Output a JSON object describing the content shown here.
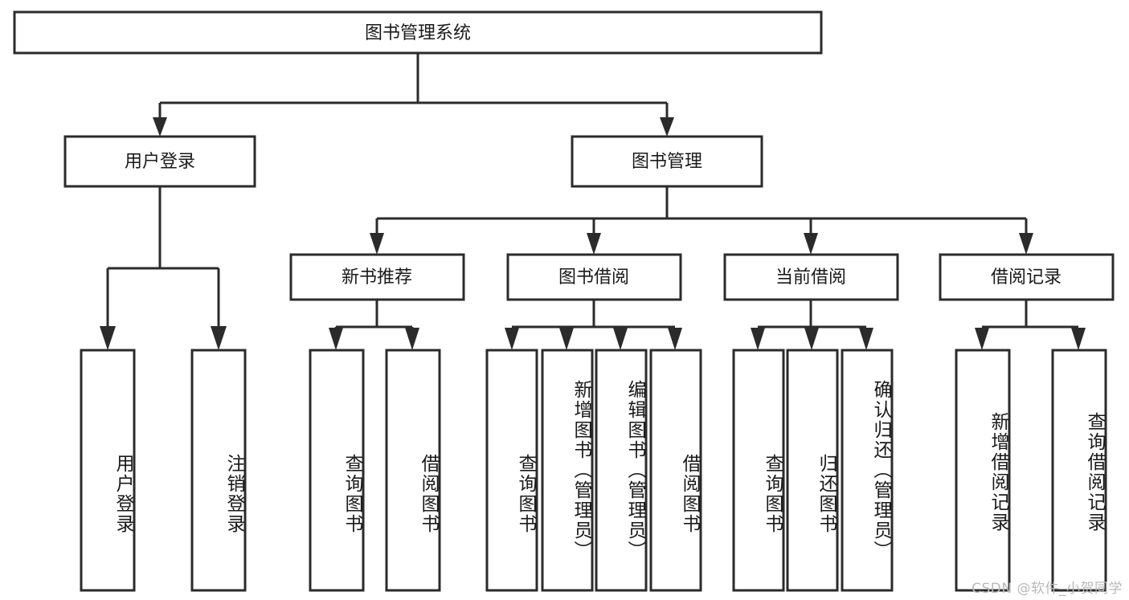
{
  "diagram": {
    "title": "图书管理系统",
    "type": "tree",
    "watermark": "CSDN @软件_小贺同学",
    "colors": {
      "stroke": "#2b2b2b",
      "fill": "#ffffff",
      "text": "#1a1a1a",
      "watermark": "#b9b9b9"
    },
    "root": {
      "label": "图书管理系统",
      "orientation": "horizontal"
    },
    "level2": [
      {
        "label": "用户登录",
        "orientation": "horizontal"
      },
      {
        "label": "图书管理",
        "orientation": "horizontal"
      }
    ],
    "level3": [
      {
        "label": "新书推荐",
        "orientation": "horizontal"
      },
      {
        "label": "图书借阅",
        "orientation": "horizontal"
      },
      {
        "label": "当前借阅",
        "orientation": "horizontal"
      },
      {
        "label": "借阅记录",
        "orientation": "horizontal"
      }
    ],
    "leaves": {
      "user_login": [
        {
          "label": "用户登录",
          "orientation": "vertical"
        },
        {
          "label": "注销登录",
          "orientation": "vertical"
        }
      ],
      "new_book_recommend": [
        {
          "label": "查询图书",
          "orientation": "vertical"
        },
        {
          "label": "借阅图书",
          "orientation": "vertical"
        }
      ],
      "book_borrow": [
        {
          "label": "查询图书",
          "orientation": "vertical"
        },
        {
          "label": "新增图书（管理员）",
          "orientation": "vertical"
        },
        {
          "label": "编辑图书（管理员）",
          "orientation": "vertical"
        },
        {
          "label": "借阅图书",
          "orientation": "vertical"
        }
      ],
      "current_borrow": [
        {
          "label": "查询图书",
          "orientation": "vertical"
        },
        {
          "label": "归还图书",
          "orientation": "vertical"
        },
        {
          "label": "确认归还（管理员）",
          "orientation": "vertical"
        }
      ],
      "borrow_record": [
        {
          "label": "新增借阅记录",
          "orientation": "vertical"
        },
        {
          "label": "查询借阅记录",
          "orientation": "vertical"
        }
      ]
    }
  }
}
